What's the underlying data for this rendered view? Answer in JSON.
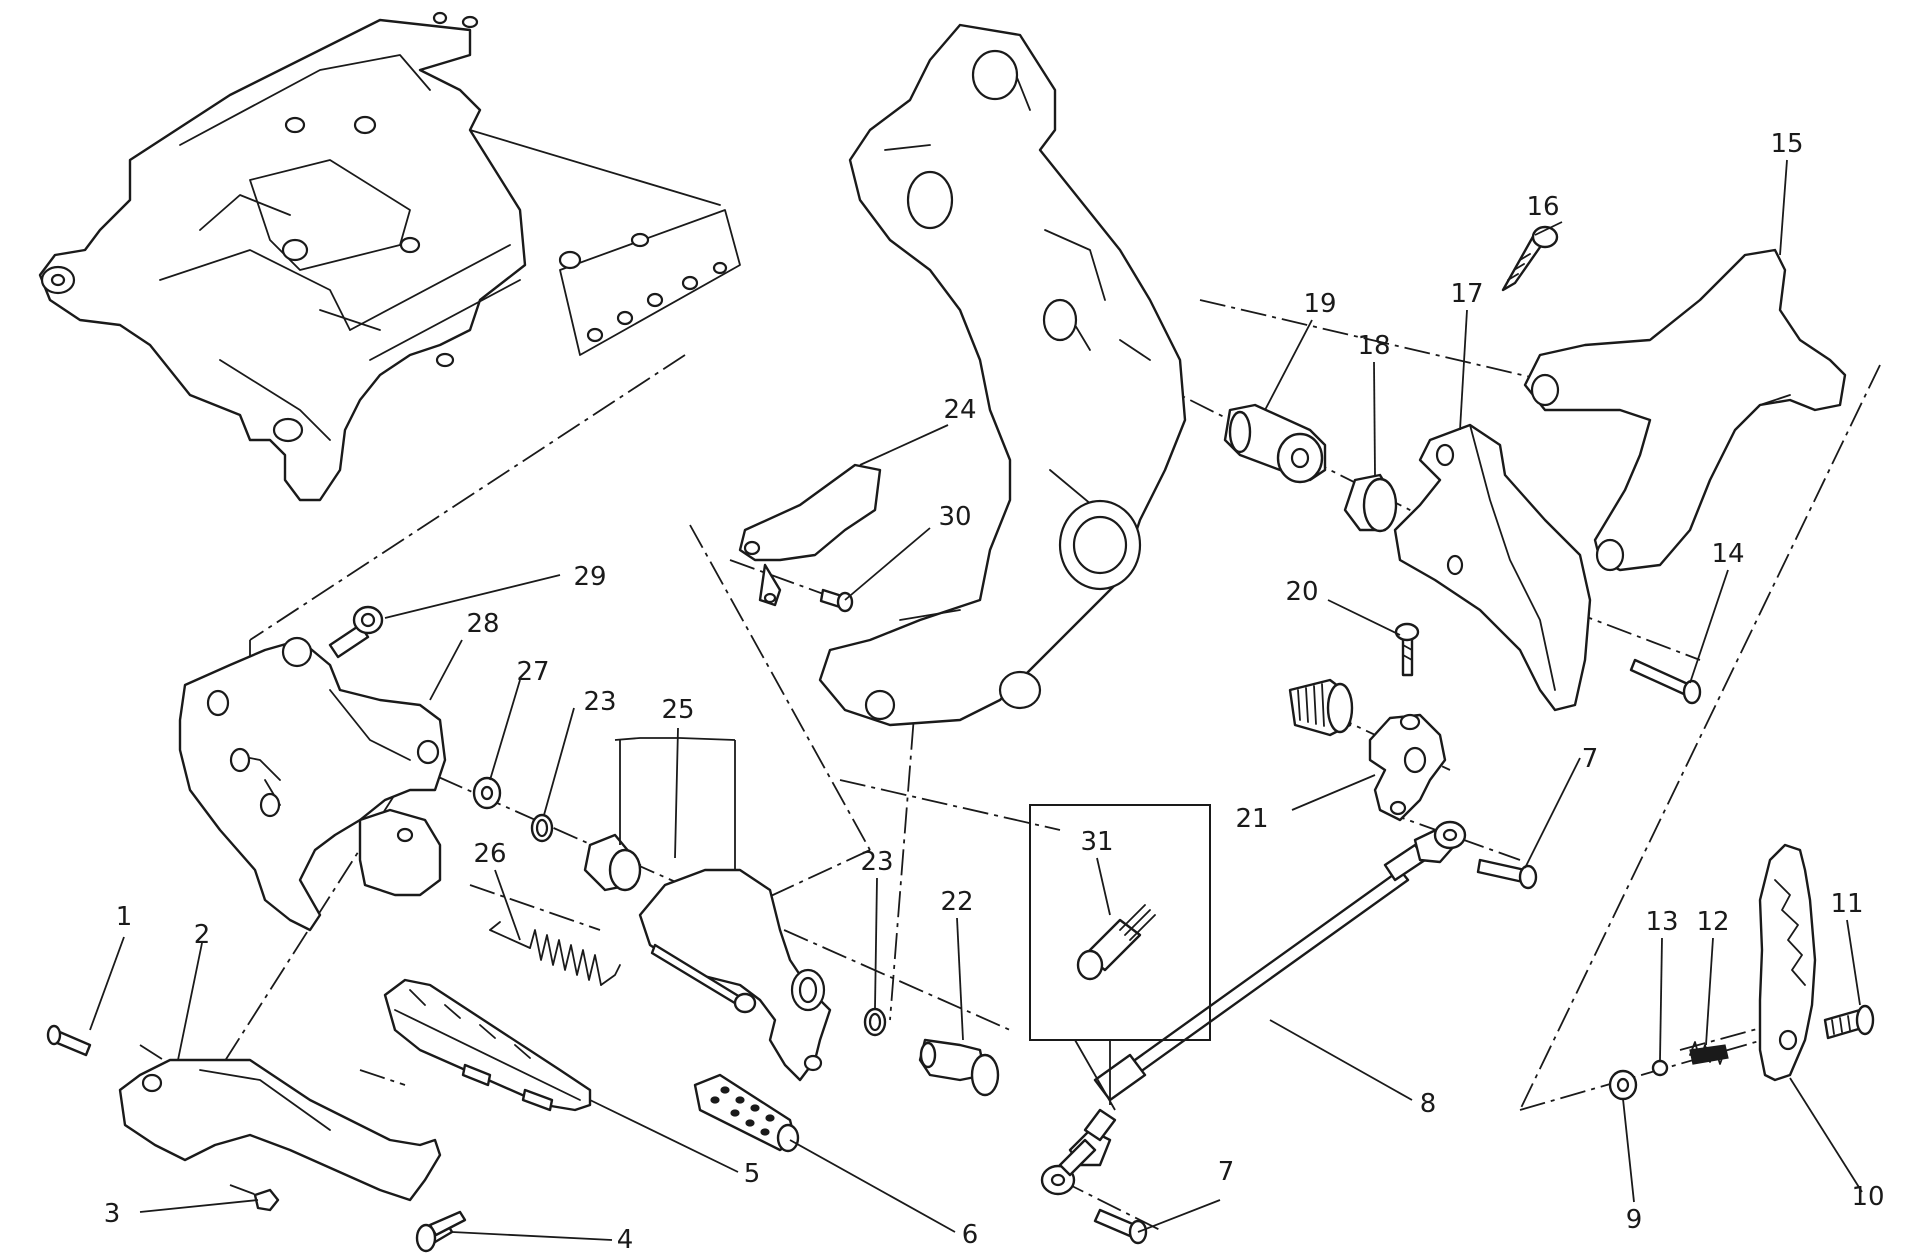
{
  "diagram": {
    "title": "Footrest assembly exploded view",
    "callouts": [
      {
        "id": "c1",
        "label": "1"
      },
      {
        "id": "c2",
        "label": "2"
      },
      {
        "id": "c3",
        "label": "3"
      },
      {
        "id": "c4",
        "label": "4"
      },
      {
        "id": "c5",
        "label": "5"
      },
      {
        "id": "c6",
        "label": "6"
      },
      {
        "id": "c7a",
        "label": "7"
      },
      {
        "id": "c7b",
        "label": "7"
      },
      {
        "id": "c8",
        "label": "8"
      },
      {
        "id": "c9",
        "label": "9"
      },
      {
        "id": "c10",
        "label": "10"
      },
      {
        "id": "c11",
        "label": "11"
      },
      {
        "id": "c12",
        "label": "12"
      },
      {
        "id": "c13",
        "label": "13"
      },
      {
        "id": "c14",
        "label": "14"
      },
      {
        "id": "c15",
        "label": "15"
      },
      {
        "id": "c16",
        "label": "16"
      },
      {
        "id": "c17",
        "label": "17"
      },
      {
        "id": "c18",
        "label": "18"
      },
      {
        "id": "c19",
        "label": "19"
      },
      {
        "id": "c20",
        "label": "20"
      },
      {
        "id": "c21",
        "label": "21"
      },
      {
        "id": "c22",
        "label": "22"
      },
      {
        "id": "c23a",
        "label": "23"
      },
      {
        "id": "c23b",
        "label": "23"
      },
      {
        "id": "c24",
        "label": "24"
      },
      {
        "id": "c25",
        "label": "25"
      },
      {
        "id": "c26",
        "label": "26"
      },
      {
        "id": "c27",
        "label": "27"
      },
      {
        "id": "c28",
        "label": "28"
      },
      {
        "id": "c29",
        "label": "29"
      },
      {
        "id": "c30",
        "label": "30"
      },
      {
        "id": "c31",
        "label": "31"
      }
    ]
  }
}
